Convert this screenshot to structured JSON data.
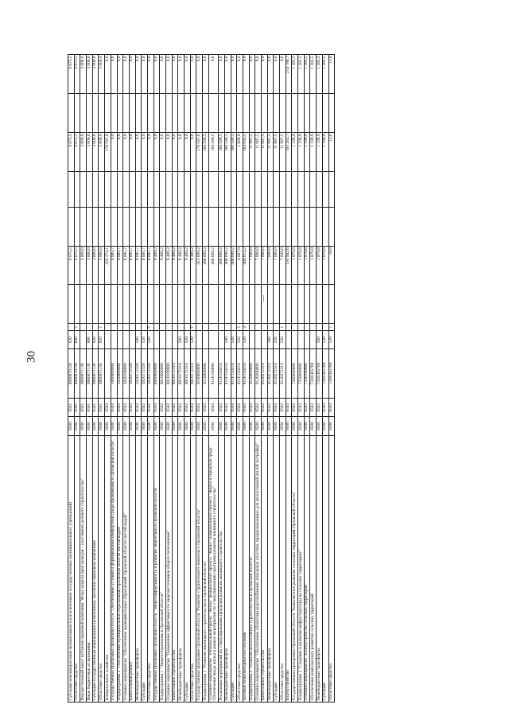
{
  "page_number": "30",
  "rows": [
    {
      "name": "Субсидии некоммерческим организациям (за исключением государственных (муниципальных) учреждений)",
      "sec": "0500",
      "sub": "0501",
      "art": "8900070130",
      "type": "630",
      "d": "",
      "v": [
        "",
        "9 075,5",
        "",
        "",
        "9 075,5",
        "",
        "9 075,5"
      ]
    },
    {
      "name": "Областные средства",
      "sec": "0500",
      "sub": "0501",
      "art": "8900070130",
      "type": "630",
      "d": "1",
      "v": [
        "",
        "9 075,5",
        "",
        "",
        "9 075,5",
        "",
        "9 075,5"
      ]
    },
    {
      "name": "Имущественный взнос публично-правовой компании \"Фонд защиты прав граждан – участников долевого строительства\"",
      "sec": "0500",
      "sub": "0501",
      "art": "8900071130",
      "type": "",
      "d": "",
      "v": [
        "",
        "3 000,0",
        "",
        "",
        "3 000,0",
        "",
        "3 000,0"
      ]
    },
    {
      "name": "Иные бюджетные ассигнования",
      "sec": "0500",
      "sub": "0501",
      "art": "8900071130",
      "type": "800",
      "d": "",
      "v": [
        "",
        "3 000,0",
        "",
        "",
        "3 000,0",
        "",
        "3 000,0"
      ]
    },
    {
      "name": "Субсидии государственным корпорациям (компаниям), публично-правовым компаниям",
      "sec": "0500",
      "sub": "0501",
      "art": "8900071130",
      "type": "820",
      "d": "",
      "v": [
        "",
        "3 000,0",
        "",
        "",
        "3 000,0",
        "",
        "3 000,0"
      ]
    },
    {
      "name": "Областные средства",
      "sec": "0500",
      "sub": "0501",
      "art": "8900071130",
      "type": "820",
      "d": "1",
      "v": [
        "",
        "3 000,0",
        "",
        "",
        "3 000,0",
        "",
        "3 000,0"
      ]
    },
    {
      "name": "Коммунальное хозяйство",
      "sec": "0500",
      "sub": "0502",
      "art": "",
      "type": "",
      "d": "",
      "v": [
        "",
        "433 274,1",
        "",
        "",
        "178 587,0",
        "",
        "0,0"
      ]
    },
    {
      "name": "Государственная программа Орловской области \"Обеспечение условий и формирование комфортной среды проживания в Орловской области\"",
      "sec": "0500",
      "sub": "0502",
      "art": "5900000000",
      "type": "",
      "d": "",
      "v": [
        "",
        "8 085,7",
        "",
        "",
        "0,0",
        "",
        "0,0"
      ]
    },
    {
      "name": "Подпрограмма 2 \"Обеспечение муниципальных образований Орловской области чистой водой\"",
      "sec": "0500",
      "sub": "0502",
      "art": "5920000000",
      "type": "",
      "d": "",
      "v": [
        "",
        "8 085,7",
        "",
        "",
        "0,0",
        "",
        "0,0"
      ]
    },
    {
      "name": "Основное мероприятие \"Обеспечение муниципальных образований Орловской области чистой водой\"",
      "sec": "0500",
      "sub": "0502",
      "art": "5920100000",
      "type": "",
      "d": "",
      "v": [
        "",
        "8 085,7",
        "",
        "",
        "0,0",
        "",
        "0,0"
      ]
    },
    {
      "name": "Капитальный ремонт",
      "sec": "0500",
      "sub": "0502",
      "art": "5920172320",
      "type": "",
      "d": "",
      "v": [
        "",
        "8 085,7",
        "",
        "",
        "0,0",
        "",
        "0,0"
      ]
    },
    {
      "name": "Межбюджетные трансферты",
      "sec": "0500",
      "sub": "0502",
      "art": "5920172320",
      "type": "500",
      "d": "",
      "v": [
        "",
        "8 085,7",
        "",
        "",
        "0,0",
        "",
        "0,0"
      ]
    },
    {
      "name": "Субсидии",
      "sec": "0500",
      "sub": "0502",
      "art": "5920172320",
      "type": "520",
      "d": "",
      "v": [
        "",
        "8 085,7",
        "",
        "",
        "0,0",
        "",
        "0,0"
      ]
    },
    {
      "name": "Областные средства",
      "sec": "0500",
      "sub": "0502",
      "art": "5920172320",
      "type": "520",
      "d": "1",
      "v": [
        "",
        "8 085,7",
        "",
        "",
        "0,0",
        "",
        "0,0"
      ]
    },
    {
      "name": "Государственная программа Орловской области \"Энергоэффективность и развитие энергетики в Орловской области\"",
      "sec": "0500",
      "sub": "0502",
      "art": "6000000000",
      "type": "",
      "d": "",
      "v": [
        "",
        "9 489,2",
        "",
        "",
        "0,0",
        "",
        "0,0"
      ]
    },
    {
      "name": "Подпрограмма 1 \"Энергосбережение в Орловской области\"",
      "sec": "0500",
      "sub": "0502",
      "art": "6010000000",
      "type": "",
      "d": "",
      "v": [
        "",
        "9 489,2",
        "",
        "",
        "0,0",
        "",
        "0,0"
      ]
    },
    {
      "name": "Основное мероприятие \"Повышение эффективности энергоисточников общего пользования\"",
      "sec": "0500",
      "sub": "0502",
      "art": "6010100000",
      "type": "",
      "d": "",
      "v": [
        "",
        "9 489,2",
        "",
        "",
        "0,0",
        "",
        "0,0"
      ]
    },
    {
      "name": "Капитальное строительство",
      "sec": "0500",
      "sub": "0502",
      "art": "6010172310",
      "type": "",
      "d": "",
      "v": [
        "",
        "9 489,2",
        "",
        "",
        "0,0",
        "",
        "0,0"
      ]
    },
    {
      "name": "Межбюджетные трансферты",
      "sec": "0500",
      "sub": "0502",
      "art": "6010172310",
      "type": "500",
      "d": "",
      "v": [
        "",
        "9 489,2",
        "",
        "",
        "0,0",
        "",
        "0,0"
      ]
    },
    {
      "name": "Субсидии",
      "sec": "0500",
      "sub": "0502",
      "art": "6010172310",
      "type": "520",
      "d": "",
      "v": [
        "",
        "9 489,2",
        "",
        "",
        "0,0",
        "",
        "0,0"
      ]
    },
    {
      "name": "Областные средства",
      "sec": "0500",
      "sub": "0502",
      "art": "6010172310",
      "type": "520",
      "d": "1",
      "v": [
        "",
        "9 489,2",
        "",
        "",
        "0,0",
        "",
        "0,0"
      ]
    },
    {
      "name": "Государственная программа Орловской области \"Развитие строительного комплекса Орловской области\"",
      "sec": "0500",
      "sub": "0502",
      "art": "8100000000",
      "type": "",
      "d": "",
      "v": [
        "",
        "415 699,2",
        "",
        "",
        "178 587,0",
        "",
        "0,0"
      ]
    },
    {
      "name": "Подпрограмма 1 \"Развитие жилищного строительства в Орловской области\"",
      "sec": "0500",
      "sub": "0502",
      "art": "8110000000",
      "type": "",
      "d": "",
      "v": [
        "",
        "408 699,2",
        "",
        "",
        "166 599,5",
        "",
        "0,0"
      ]
    },
    {
      "name": "Основное мероприятие \"Региональный проект \"Жилье\" федерального проекта \"Жилье\" национального проекта \"Жилье и городская среда\". Обеспечение ввода жилья в рамках мероприятия по стимулированию программ развития жилищного строительства\"",
      "sec": "0500",
      "sub": "0502",
      "art": "811F100000",
      "type": "",
      "d": "",
      "v": [
        "",
        "408 699,2",
        "",
        "",
        "166 599,5",
        "",
        "0,0"
      ]
    },
    {
      "name": "Реализация мероприятий по стимулированию программ развития жилищного строительства",
      "sec": "0500",
      "sub": "0502",
      "art": "811F150210",
      "type": "",
      "d": "",
      "v": [
        "",
        "408 699,2",
        "",
        "",
        "166 599,5",
        "",
        "0,0"
      ]
    },
    {
      "name": "Межбюджетные трансферты",
      "sec": "0500",
      "sub": "0502",
      "art": "811F150210",
      "type": "500",
      "d": "",
      "v": [
        "",
        "408 699,2",
        "",
        "",
        "166 599,5",
        "",
        "0,0"
      ]
    },
    {
      "name": "Субсидии",
      "sec": "0500",
      "sub": "0502",
      "art": "811F150210",
      "type": "520",
      "d": "",
      "v": [
        "",
        "408 699,2",
        "",
        "",
        "166 599,5",
        "",
        "0,0"
      ]
    },
    {
      "name": "Областные средства",
      "sec": "0500",
      "sub": "0502",
      "art": "811F150210",
      "type": "520",
      "d": "1",
      "v": [
        "",
        "4 087,0",
        "",
        "",
        "1 666,0",
        "",
        "0,0"
      ]
    },
    {
      "name": "Целевые безвозмездные поступления",
      "sec": "0500",
      "sub": "0502",
      "art": "811F150210",
      "type": "520",
      "d": "2",
      "v": [
        "",
        "404 612,2",
        "",
        "",
        "164 933,5",
        "",
        "0,0"
      ]
    },
    {
      "name": "Подпрограмма 2 \"Развитие малоэтажного строительства в Орловской области\"",
      "sec": "0500",
      "sub": "0502",
      "art": "8120000000",
      "type": "",
      "d": "",
      "v": [
        "",
        "7 000,0",
        "",
        "",
        "11 987,5",
        "",
        "0,0"
      ]
    },
    {
      "name": "Основное мероприятие \"Обеспечение объектами водоснабжения земельных участков, предназначенных для малоэтажной жилой застройки\"",
      "sec": "0500",
      "sub": "0502",
      "art": "8120200000",
      "type": "",
      "d": "",
      "v": [
        "",
        "7 000,0",
        "",
        "",
        "11 987,5",
        "",
        "0,0"
      ]
    },
    {
      "name": "Капитальное строительство",
      "sec": "0500",
      "sub": "0502",
      "art": "8120272310",
      "type": "",
      "d": "",
      "v": [
        "",
        "7 000,0",
        "",
        "",
        "11 987,5",
        "",
        "0,0"
      ]
    },
    {
      "name": "Межбюджетные трансферты",
      "sec": "0500",
      "sub": "0502",
      "art": "8120272310",
      "type": "500",
      "d": "",
      "v": [
        "",
        "7 000,0",
        "",
        "",
        "11 987,5",
        "",
        "0,0"
      ]
    },
    {
      "name": "Субсидии",
      "sec": "0500",
      "sub": "0502",
      "art": "8120272310",
      "type": "520",
      "d": "",
      "v": [
        "",
        "7 000,0",
        "",
        "",
        "11 987,5",
        "",
        "0,0"
      ]
    },
    {
      "name": "Областные средства",
      "sec": "0500",
      "sub": "0502",
      "art": "8120272310",
      "type": "520",
      "d": "1",
      "v": [
        "",
        "7 000,0",
        "",
        "",
        "11 987,5",
        "",
        "0,0"
      ]
    },
    {
      "name": "Благоустройство",
      "sec": "0500",
      "sub": "0503",
      "art": "",
      "type": "",
      "d": "",
      "v": [
        "",
        "193 942,6",
        "",
        "",
        "193 262,7",
        "",
        "214 786,7"
      ]
    },
    {
      "name": "Государственная программа Орловской области \"Комплексное развитие сельских территорий Орловской области\"",
      "sec": "0500",
      "sub": "0503",
      "art": "7300000000",
      "type": "",
      "d": "",
      "v": [
        "",
        "1 879,8",
        "",
        "",
        "1 199,9",
        "",
        "1 383,5"
      ]
    },
    {
      "name": "Подпрограмма 3 \"Создание и развитие инфраструктуры на сельских территориях\"",
      "sec": "0500",
      "sub": "0503",
      "art": "7330000000",
      "type": "",
      "d": "",
      "v": [
        "",
        "1 879,8",
        "",
        "",
        "1 199,9",
        "",
        "1 383,5"
      ]
    },
    {
      "name": "Основное мероприятие \"Благоустройство сельских территорий\"",
      "sec": "0500",
      "sub": "0503",
      "art": "7330100000",
      "type": "",
      "d": "",
      "v": [
        "",
        "1 879,8",
        "",
        "",
        "1 199,9",
        "",
        "1 383,5"
      ]
    },
    {
      "name": "Обеспечение комплексного развития сельских территорий",
      "sec": "0500",
      "sub": "0503",
      "art": "73301R5760",
      "type": "",
      "d": "",
      "v": [
        "",
        "1 879,8",
        "",
        "",
        "1 199,9",
        "",
        "1 383,5"
      ]
    },
    {
      "name": "Межбюджетные трансферты",
      "sec": "0500",
      "sub": "0503",
      "art": "73301R5760",
      "type": "500",
      "d": "",
      "v": [
        "",
        "1 879,8",
        "",
        "",
        "1 199,9",
        "",
        "1 383,5"
      ]
    },
    {
      "name": "Субсидии",
      "sec": "0500",
      "sub": "0503",
      "art": "73301R5760",
      "type": "520",
      "d": "",
      "v": [
        "",
        "1 879,8",
        "",
        "",
        "1 199,9",
        "",
        "1 383,5"
      ]
    },
    {
      "name": "Областные средства",
      "sec": "0500",
      "sub": "0503",
      "art": "73301R5760",
      "type": "520",
      "d": "1",
      "v": [
        "",
        "18,8",
        "",
        "",
        "12,0",
        "",
        "13,8"
      ]
    }
  ]
}
